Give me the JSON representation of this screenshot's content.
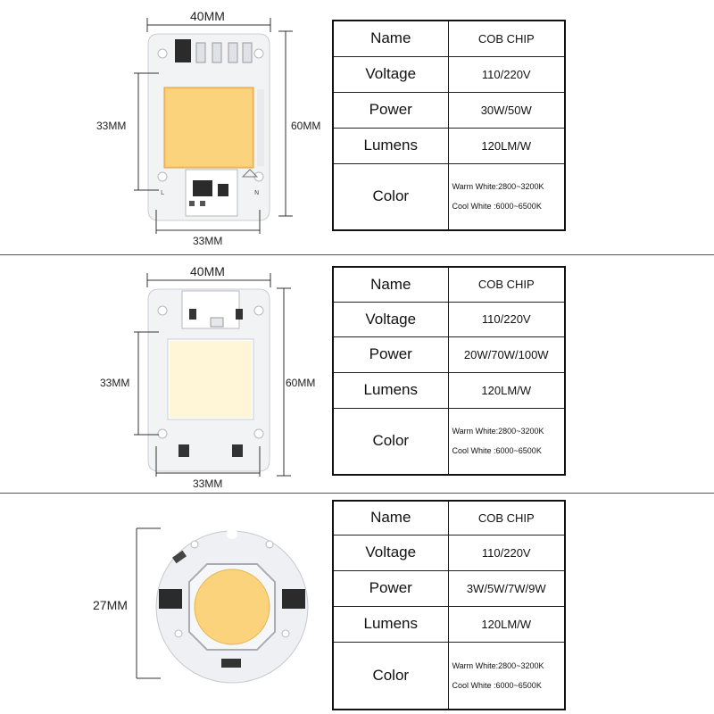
{
  "products": [
    {
      "dims": {
        "width_top": "40MM",
        "height_left": "33MM",
        "height_right": "60MM",
        "width_bottom": "33MM"
      },
      "specs": [
        {
          "label": "Name",
          "value": "COB CHIP"
        },
        {
          "label": "Voltage",
          "value": "110/220V"
        },
        {
          "label": "Power",
          "value": "30W/50W"
        },
        {
          "label": "Lumens",
          "value": "120LM/W"
        }
      ],
      "color": {
        "label": "Color",
        "warm": "Warm White:2800~3200K",
        "cool": "Cool White  :6000~6500K"
      }
    },
    {
      "dims": {
        "width_top": "40MM",
        "height_left": "33MM",
        "height_right": "60MM",
        "width_bottom": "33MM"
      },
      "specs": [
        {
          "label": "Name",
          "value": "COB CHIP"
        },
        {
          "label": "Voltage",
          "value": "110/220V"
        },
        {
          "label": "Power",
          "value": "20W/70W/100W"
        },
        {
          "label": "Lumens",
          "value": "120LM/W"
        }
      ],
      "color": {
        "label": "Color",
        "warm": "Warm White:2800~3200K",
        "cool": "Cool White  :6000~6500K"
      }
    },
    {
      "dims": {
        "height_left": "27MM"
      },
      "specs": [
        {
          "label": "Name",
          "value": "COB CHIP"
        },
        {
          "label": "Voltage",
          "value": "110/220V"
        },
        {
          "label": "Power",
          "value": "3W/5W/7W/9W"
        },
        {
          "label": "Lumens",
          "value": "120LM/W"
        }
      ],
      "color": {
        "label": "Color",
        "warm": "Warm White:2800~3200K",
        "cool": "Cool White  :6000~6500K"
      }
    }
  ]
}
